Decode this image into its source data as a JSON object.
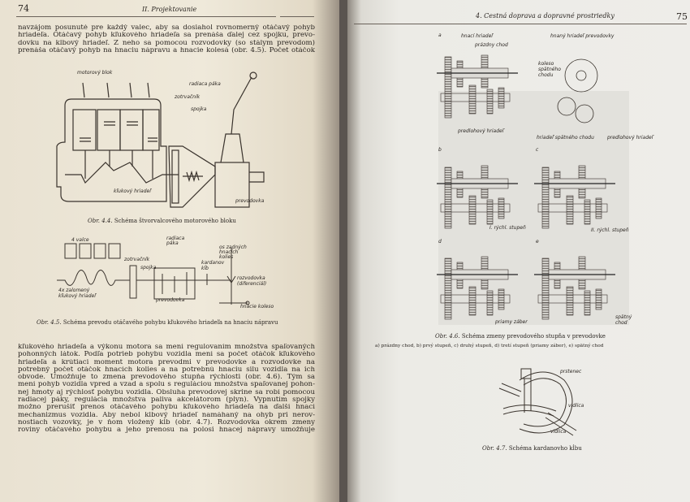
{
  "left": {
    "page_number": "74",
    "header": "II. Projektovanie",
    "para1": [
      "navzájom posunuté pre každý valec, aby sa dosiahol rovnomerný otáčavý pohyb",
      "hriadeľa. Otáčavý pohyb kľukového hriadeľa sa prenáša ďalej cez spojku, prevo-",
      "dovku na kĺbový hriadeľ. Z neho sa pomocou rozvodovky (so stálym prevodom)",
      "prenáša otáčavý pohyb na hnaciu nápravu a hnacie kolesá (obr. 4.5). Počet otáčok"
    ],
    "fig44": {
      "labels": {
        "block": "motorový blok",
        "lever": "radiaca páka",
        "flywheel": "zotrvačník",
        "clutch": "spojka",
        "crankshaft": "kľukový hriadeľ",
        "gearbox": "prevodovka"
      },
      "caption_num": "Obr. 4.4.",
      "caption": "Schéma štvorvalcového motorového bloku"
    },
    "fig45": {
      "labels": {
        "cylinders": "4 valce",
        "flywheel": "zotrvačník",
        "clutch": "spojka",
        "lever": "radiaca páka",
        "axle": "os zadných hnacích kolies",
        "joint": "kardanov kĺb",
        "diff": "rozvodovka (diferenciál)",
        "crank": "4x zalomený kľukový hriadeľ",
        "gearbox": "prevodovka",
        "wheel": "hnacie koleso"
      },
      "caption_num": "Obr. 4.5.",
      "caption": "Schéma prevodu otáčavého pohybu kľukového hriadeľa na hnaciu nápravu"
    },
    "para2": [
      "kľukového hriadeľa a výkonu motora sa mení regulovaním množstva spaľovaných",
      "pohonných látok. Podľa potrieb pohybu vozidla mení sa počet otáčok kľukového",
      "hriadeľa a krútiaci moment motora prevodmi v prevodovke a rozvodovke na",
      "potrebný počet otáčok hnacích kolies a na potrebnú hnaciu silu vozidla na ich",
      "obvode. Umožňuje to zmena prevodového stupňa rýchlosti (obr. 4.6). Tým sa",
      "mení pohyb vozidla vpred a vzad a spolu s reguláciou množstva spaľovanej pohon-",
      "nej hmoty aj rýchlosť pohybu vozidla. Obsluha prevodovej skrine sa robí pomocou",
      "radiacej páky, regulácia množstva paliva akcelátorom (plyn). Vypnutím spojky",
      "možno prerušiť prenos otáčavého pohybu kľukového hriadeľa na ďalší hnací",
      "mechanizmus vozidla. Aby nebol kĺbový hriadeľ namáhaný na ohyb pri nerov-",
      "nostiach vozovky, je v ňom vložený kĺb (obr. 4.7). Rozvodovka okrem zmeny",
      "roviny otáčavého pohybu a jeho prenosu na polosi hnacej nápravy umožňuje"
    ]
  },
  "right": {
    "page_number": "75",
    "header": "4. Cestná doprava a dopravné prostriedky",
    "fig46": {
      "panels": [
        "a",
        "b",
        "c",
        "d",
        "e"
      ],
      "labels": {
        "drive": "hnací hriadeľ",
        "neutral": "prázdny chod",
        "driven": "hnaný hriadeľ prevodovky",
        "reverse_gear": "koleso spätného chodu",
        "counter": "predlohový hriadeľ",
        "reverse_shaft": "hriadeľ spätného chodu",
        "counter2": "predlohový hriadeľ",
        "first": "I. rýchl. stupeň",
        "second": "II. rýchl. stupeň",
        "direct": "priamy záber",
        "reverse": "spätný chod"
      },
      "caption_num": "Obr. 4.6.",
      "caption": "Schéma zmeny prevodového stupňa v prevodovke",
      "subcaption": "a) prázdny chod, b) prvý stupeň, c) druhý stupeň, d) tretí stupeň (priamy záber), e) spätný chod"
    },
    "fig47": {
      "labels": {
        "ring": "prstenec",
        "fork1": "vidlica",
        "fork2": "vidlica"
      },
      "caption_num": "Obr. 4.7.",
      "caption": "Schéma kardanovho kĺbu"
    }
  }
}
